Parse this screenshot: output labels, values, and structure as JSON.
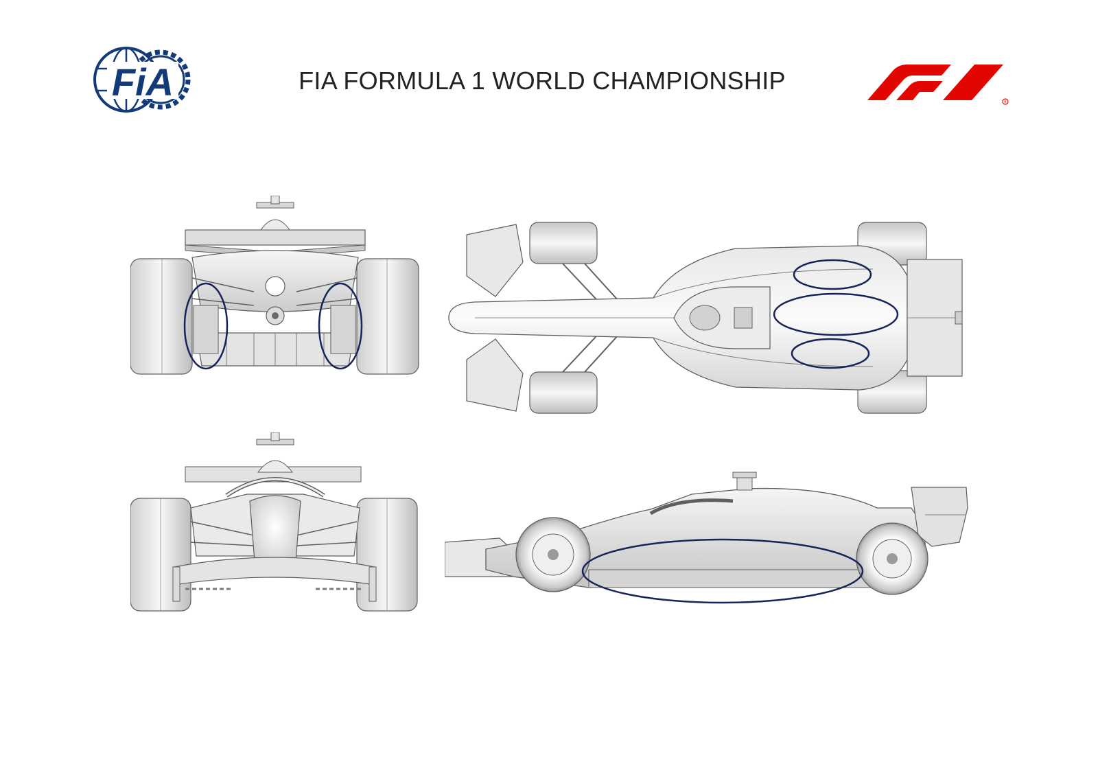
{
  "header": {
    "title": "FIA FORMULA 1 WORLD CHAMPIONSHIP",
    "fia_logo_text": "FiA",
    "f1_logo_text": "F1"
  },
  "colors": {
    "background": "#ffffff",
    "title_text": "#222222",
    "fia_navy": "#123a78",
    "f1_red": "#e10600",
    "highlight_ellipse": "#17245a",
    "car_line": "#5e5e5e",
    "car_fill_light": "#f4f4f4",
    "car_fill_mid": "#d2d2d2",
    "tyre_dark": "#9a9a9a"
  },
  "views": [
    {
      "name": "rear-view",
      "highlights": 2
    },
    {
      "name": "top-view",
      "highlights": 3
    },
    {
      "name": "front-view",
      "highlights": 0
    },
    {
      "name": "side-view",
      "highlights": 1
    }
  ]
}
